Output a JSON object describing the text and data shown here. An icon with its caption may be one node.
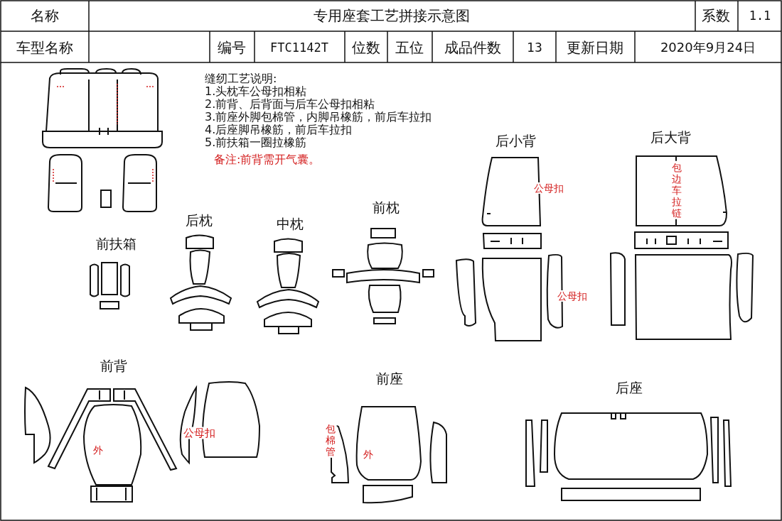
{
  "diagram": {
    "title": "专用座套工艺拼接示意图",
    "labels": [
      "名称",
      "系数",
      "1.1",
      "车型名称",
      "编号",
      "FTC1142T",
      "位数",
      "五位",
      "成品件数",
      "13",
      "更新日期",
      "2020年9月24日",
      "缝纫工艺说明:",
      "1.头枕车公母扣相粘",
      "2.前背、后背面与后车公母扣相粘",
      "3.前座外脚包棉管，内脚吊橡筋，前后车拉扣",
      "4.后座脚吊橡筋，前后车拉扣",
      "5.前扶箱一圈拉橡筋",
      "备注:前背需开气囊。",
      "后小背",
      "后大背",
      "公母扣",
      "包边车拉链",
      "后枕",
      "中枕",
      "前枕",
      "前扶箱",
      "公母扣",
      "前背",
      "前座",
      "后座",
      "公母扣",
      "外",
      "包棉管",
      "外"
    ]
  }
}
